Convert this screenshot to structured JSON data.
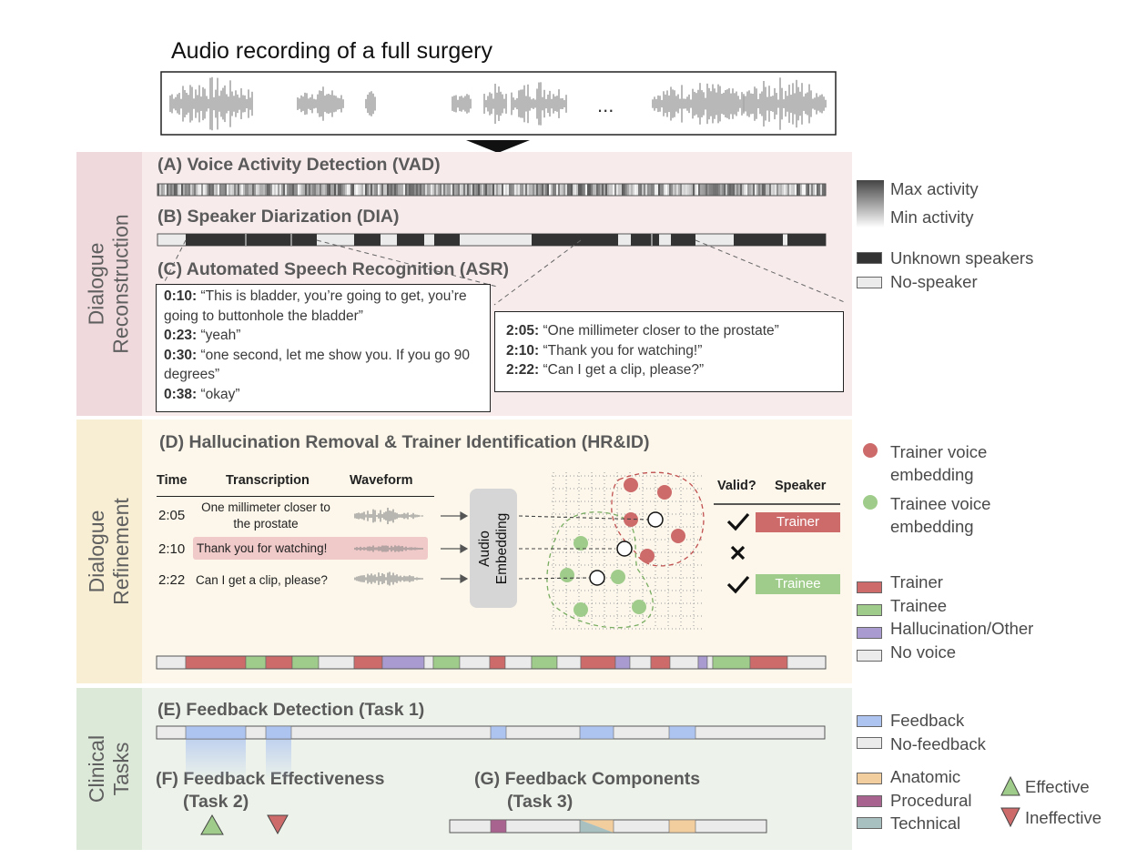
{
  "header": {
    "title": "Audio recording of a full surgery",
    "ellipsis": "..."
  },
  "bands": {
    "reconstruction": "Dialogue\nReconstruction",
    "refinement": "Dialogue\nRefinement",
    "clinical": "Clinical\nTasks"
  },
  "sections": {
    "vad": "(A) Voice Activity Detection (VAD)",
    "dia": "(B) Speaker Diarization (DIA)",
    "asr": "(C) Automated Speech Recognition (ASR)",
    "hrid": "(D) Hallucination Removal & Trainer Identification (HR&ID)",
    "fd": "(E) Feedback Detection (Task 1)",
    "fe_line1": "(F) Feedback Effectiveness",
    "fe_line2": "(Task 2)",
    "fc_line1": "(G) Feedback Components",
    "fc_line2": "(Task 3)"
  },
  "asr_left": [
    {
      "time": "0:10:",
      "text": " “This is bladder, you’re going to get, you’re going to buttonhole the bladder”"
    },
    {
      "time": "0:23:",
      "text": " “yeah”"
    },
    {
      "time": "0:30:",
      "text": " “one second, let me show you. If you go 90 degrees”"
    },
    {
      "time": "0:38:",
      "text": " “okay”"
    }
  ],
  "asr_right": [
    {
      "time": "2:05:",
      "text": " “One millimeter closer to the prostate”"
    },
    {
      "time": "2:10:",
      "text": " “Thank you for watching!”"
    },
    {
      "time": "2:22:",
      "text": " “Can I get a clip, please?”"
    }
  ],
  "hr_table": {
    "headers": {
      "time": "Time",
      "transcription": "Transcription",
      "waveform": "Waveform",
      "valid": "Valid?",
      "speaker": "Speaker"
    },
    "rows": [
      {
        "time": "2:05",
        "text": "One millimeter closer to the prostate",
        "speaker": "Trainer"
      },
      {
        "time": "2:10",
        "text": "Thank you for watching!",
        "speaker": ""
      },
      {
        "time": "2:22",
        "text": "Can I get a clip, please?",
        "speaker": "Trainee"
      }
    ],
    "embedding_label": "Audio\nEmbedding"
  },
  "legends": {
    "max_activity": "Max activity",
    "min_activity": "Min activity",
    "unknown_speakers": "Unknown speakers",
    "no_speaker": "No-speaker",
    "trainer_embedding": "Trainer voice\nembedding",
    "trainee_embedding": "Trainee voice\nembedding",
    "trainer": "Trainer",
    "trainee": "Trainee",
    "hallucination": "Hallucination/Other",
    "no_voice": "No voice",
    "feedback": "Feedback",
    "no_feedback": "No-feedback",
    "anatomic": "Anatomic",
    "procedural": "Procedural",
    "technical": "Technical",
    "effective": "Effective",
    "ineffective": "Ineffective"
  },
  "colors": {
    "reconstruction_bg": "#f7ebec",
    "refinement_bg": "#fcf7ea",
    "clinical_bg": "#edf3ea",
    "label_reconstruction": "#efd9dc",
    "label_refinement": "#f7eed4",
    "label_clinical": "#dce8d8",
    "trainer": "#cd6b6b",
    "trainee": "#9fcc8a",
    "hallucination": "#a99ad0",
    "no_voice": "#ebebeb",
    "speaker": "#333333",
    "feedback": "#adc4f0",
    "anatomic": "#f2cd9d",
    "procedural": "#a8638f",
    "technical": "#a9c0c0"
  }
}
